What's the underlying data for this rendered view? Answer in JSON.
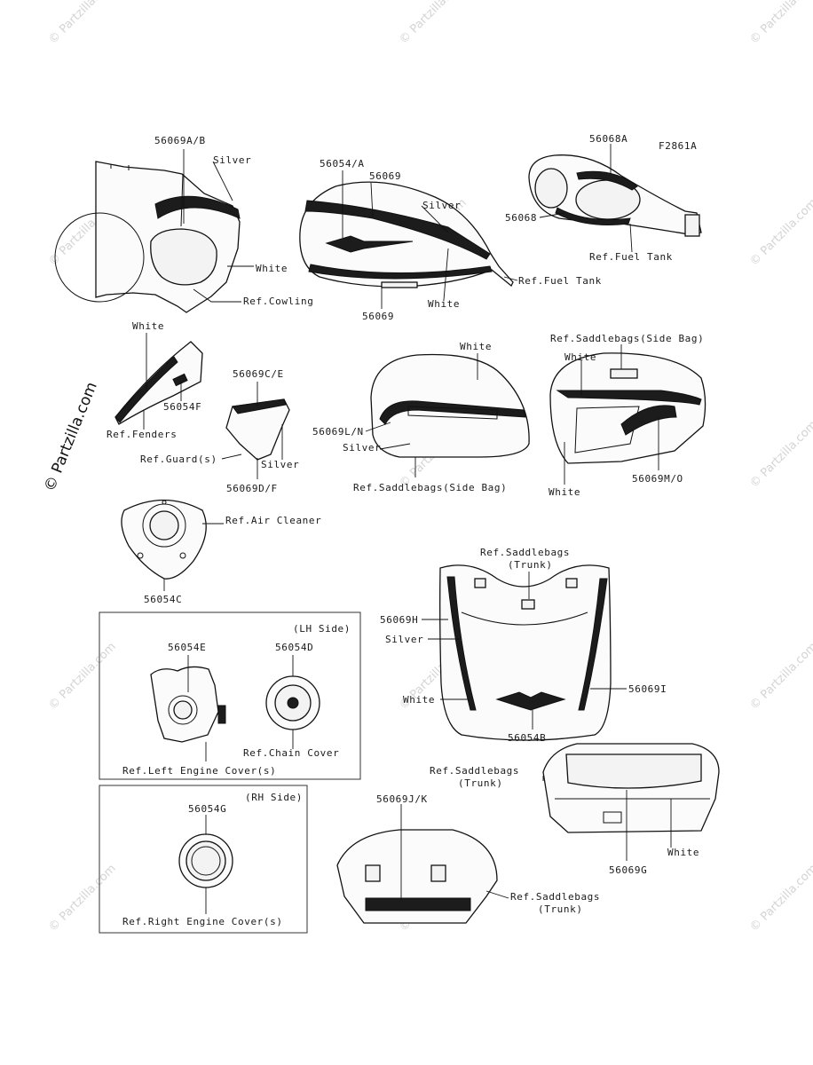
{
  "figure_code": "F2861A",
  "watermark_text": "© Partzilla.com",
  "labels": {
    "l_56069AB": "56069A/B",
    "l_silver_cowl": "Silver",
    "l_white_cowl": "White",
    "l_ref_cowling": "Ref.Cowling",
    "l_56054A": "56054/A",
    "l_56069_top": "56069",
    "l_silver_tank": "Silver",
    "l_ref_fuel_tank1": "Ref.Fuel Tank",
    "l_white_tank": "White",
    "l_56069_bot": "56069",
    "l_56068A": "56068A",
    "l_56068": "56068",
    "l_ref_fuel_tank2": "Ref.Fuel Tank",
    "l_white_fender": "White",
    "l_56054F": "56054F",
    "l_ref_fenders": "Ref.Fenders",
    "l_56069CE": "56069C/E",
    "l_ref_guards": "Ref.Guard(s)",
    "l_silver_guard": "Silver",
    "l_56069DF": "56069D/F",
    "l_white_sb": "White",
    "l_56069LN": "56069L/N",
    "l_silver_sb": "Silver",
    "l_ref_saddlebags_side1": "Ref.Saddlebags(Side Bag)",
    "l_ref_saddlebags_side2": "Ref.Saddlebags(Side Bag)",
    "l_white_sb2": "White",
    "l_white_sb2_bot": "White",
    "l_56069MO": "56069M/O",
    "l_ref_air_cleaner": "Ref.Air Cleaner",
    "l_56054C": "56054C",
    "l_ref_trunk1_a": "Ref.Saddlebags",
    "l_ref_trunk1_b": "(Trunk)",
    "l_56069H": "56069H",
    "l_silver_trunk": "Silver",
    "l_56069I": "56069I",
    "l_white_trunk": "White",
    "l_56054B": "56054B",
    "l_lh_side": "(LH Side)",
    "l_56054E": "56054E",
    "l_56054D": "56054D",
    "l_ref_chain_cover": "Ref.Chain Cover",
    "l_ref_left_engine": "Ref.Left Engine Cover(s)",
    "l_ref_trunk2_a": "Ref.Saddlebags",
    "l_ref_trunk2_b": "(Trunk)",
    "l_56069G": "56069G",
    "l_white_trunk2": "White",
    "l_rh_side": "(RH Side)",
    "l_56054G": "56054G",
    "l_ref_right_engine": "Ref.Right Engine Cover(s)",
    "l_56069JK": "56069J/K",
    "l_ref_trunk3_a": "Ref.Saddlebags",
    "l_ref_trunk3_b": "(Trunk)"
  },
  "colors": {
    "line": "#111111",
    "watermark": "#d4d4d4",
    "background": "#ffffff"
  }
}
